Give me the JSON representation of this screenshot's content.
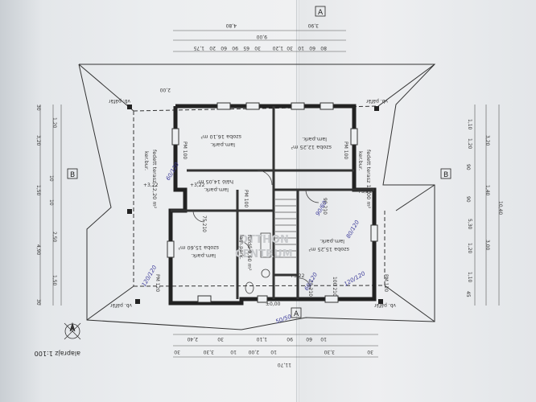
{
  "plan": {
    "scale_label": "alaprajz 1:100",
    "section_markers": [
      "A",
      "A",
      "B",
      "B"
    ],
    "watermark": [
      "OTTHON",
      "CENTRUM"
    ]
  },
  "rooms": [
    {
      "id": "szoba-1",
      "name": "szoba 16,10 m²",
      "floor": "lam.park."
    },
    {
      "id": "szoba-2",
      "name": "szoba 12,25 m²",
      "floor": "lam.park."
    },
    {
      "id": "halo-1",
      "name": "háló 14,05 m²",
      "floor": "lam.park."
    },
    {
      "id": "szoba-3",
      "name": "szoba 15,60 m²",
      "floor": "lam.park."
    },
    {
      "id": "szoba-4",
      "name": "szoba 15,25 m²",
      "floor": "lam.park."
    },
    {
      "id": "furdo",
      "name": "fürdő 9,60 m²",
      "floor": "lam.park."
    },
    {
      "id": "terasz-1",
      "name": "fedett terasz 12,20 m²",
      "floor": "ker.bur."
    },
    {
      "id": "terasz-2",
      "name": "fedett terasz 15,00 m²",
      "floor": "ker.bur."
    }
  ],
  "dims_top": [
    "3,90",
    "4,80",
    "9,00",
    "1,75",
    "20",
    "60",
    "90",
    "65",
    "30",
    "1,20",
    "30",
    "10",
    "60",
    "80"
  ],
  "dims_bottom": [
    "11,70",
    "30",
    "3,30",
    "10",
    "2,00",
    "10",
    "3,30",
    "30",
    "2,40",
    "30",
    "1,10",
    "90",
    "60",
    "10"
  ],
  "dims_left": [
    "30",
    "3,20",
    "1,20",
    "10",
    "1,50",
    "10",
    "2,50",
    "4,90",
    "1,50",
    "30"
  ],
  "dims_right": [
    "10,40",
    "1,10",
    "3,20",
    "1,20",
    "90",
    "1,40",
    "90",
    "5,30",
    "3,00",
    "1,20",
    "1,10",
    "45"
  ],
  "annotations": {
    "heights": [
      "+3,22",
      "+3,22",
      "+3,22",
      "+3,22",
      "±0,00"
    ],
    "door_codes": [
      "PM 100",
      "PM 100",
      "PM 120",
      "PM 120",
      "PM 100",
      "75 210",
      "75 210",
      "90 210",
      "100 210"
    ],
    "handwritten": [
      "120/120",
      "80/120",
      "60/120",
      "120/120",
      "90/60",
      "60/120",
      "50/50"
    ],
    "notes": [
      "vb. páfár",
      "vb. páfár",
      "vb. páfár",
      "vb. páfár",
      "2,00"
    ]
  }
}
